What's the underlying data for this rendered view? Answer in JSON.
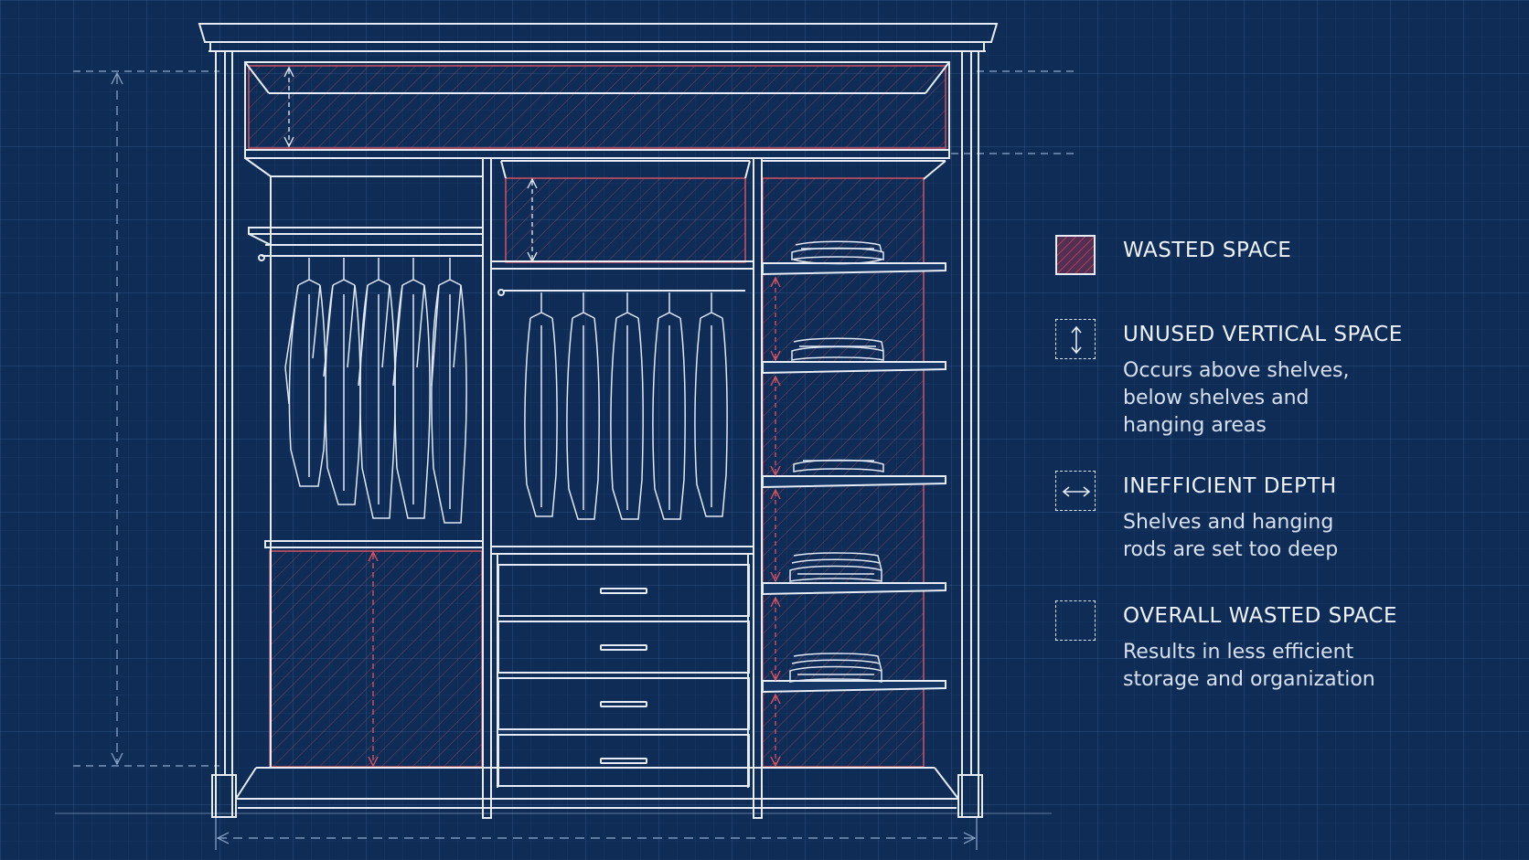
{
  "legend": {
    "items": [
      {
        "key": "wasted",
        "icon": "hatched-swatch-icon",
        "title": "WASTED SPACE",
        "desc": []
      },
      {
        "key": "vertical",
        "icon": "vertical-arrow-icon",
        "title": "UNUSED VERTICAL SPACE",
        "desc": [
          "Occurs above shelves,",
          "below shelves and",
          "hanging areas"
        ]
      },
      {
        "key": "depth",
        "icon": "horizontal-arrow-icon",
        "title": "INEFFICIENT DEPTH",
        "desc": [
          "Shelves and hanging",
          "rods are set too deep"
        ]
      },
      {
        "key": "overall",
        "icon": "dashed-square-icon",
        "title": "OVERALL WASTED SPACE",
        "desc": [
          "Results in less efficient",
          "storage and organization"
        ]
      }
    ]
  },
  "colors": {
    "background": "#0f2c57",
    "line": "#e6edf7",
    "wasted": "#e05563",
    "wasted_fill": "#5b2a4e"
  }
}
